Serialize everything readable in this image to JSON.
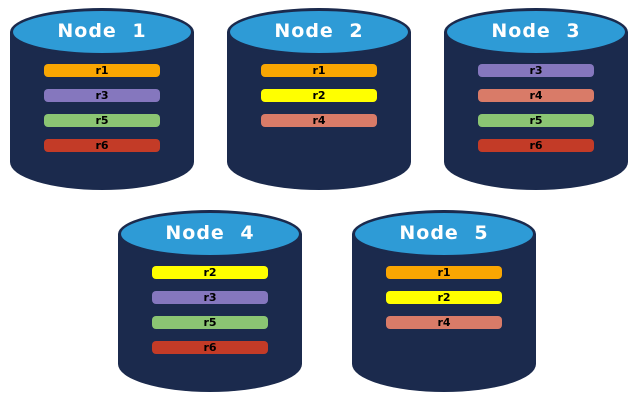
{
  "diagram": {
    "description": "Replica distribution across database nodes",
    "background": "#ffffff"
  },
  "colors": {
    "cylinder_body": "#1B2A4D",
    "cylinder_top_fill": "#2E9BD6",
    "cylinder_top_border": "#1B2A4D",
    "node_label_text": "#ffffff",
    "replica_label_text": "#000000",
    "replicas": {
      "r1": "#F9A602",
      "r2": "#FFFF00",
      "r3": "#8577BE",
      "r4": "#D97B68",
      "r5": "#8BC573",
      "r6": "#C33B27"
    }
  },
  "nodes": [
    {
      "label": "Node 1",
      "row": 1,
      "replicas": [
        "r1",
        "r3",
        "r5",
        "r6"
      ]
    },
    {
      "label": "Node 2",
      "row": 1,
      "replicas": [
        "r1",
        "r2",
        "r4"
      ]
    },
    {
      "label": "Node 3",
      "row": 1,
      "replicas": [
        "r3",
        "r4",
        "r5",
        "r6"
      ]
    },
    {
      "label": "Node 4",
      "row": 2,
      "replicas": [
        "r2",
        "r3",
        "r5",
        "r6"
      ]
    },
    {
      "label": "Node 5",
      "row": 2,
      "replicas": [
        "r1",
        "r2",
        "r4"
      ]
    }
  ]
}
